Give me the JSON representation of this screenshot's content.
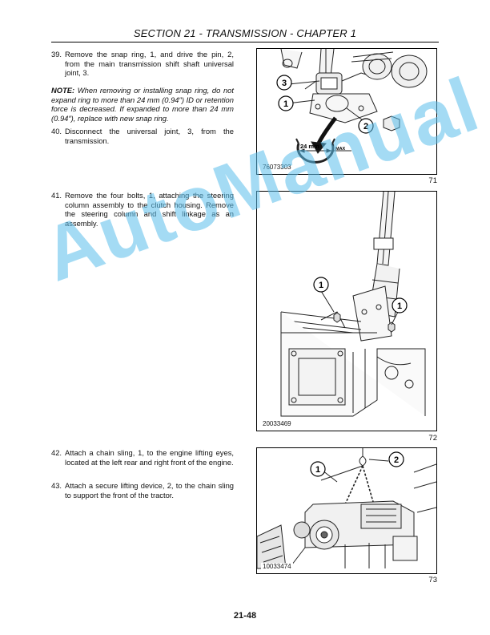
{
  "header": {
    "title": "SECTION 21 - TRANSMISSION - CHAPTER 1"
  },
  "steps": [
    {
      "num": "39.",
      "text": "Remove the snap ring, 1, and drive the pin, 2, from the main transmission shift shaft universal joint, 3."
    },
    {
      "num": "40.",
      "text": "Disconnect the universal joint, 3, from the transmission."
    },
    {
      "num": "41.",
      "text": "Remove the four bolts, 1, attaching the steering column assembly to the clutch housing. Remove the steering column and shift linkage as an assembly."
    },
    {
      "num": "42.",
      "text": "Attach a chain sling, 1, to the engine lifting eyes, located at the left rear and right front of the engine."
    },
    {
      "num": "43.",
      "text": "Attach a secure lifting device, 2, to the chain sling to support the front of the tractor."
    }
  ],
  "note": {
    "label": "NOTE:",
    "text": "When removing or installing snap ring, do not expand ring to more than 24 mm (0.94″) ID or retention force is decreased. If expanded to more than 24 mm (0.94″), replace with new snap ring."
  },
  "figures": [
    {
      "code": "76073303",
      "number": "71",
      "callouts": [
        "3",
        "1",
        "2"
      ],
      "dimension_label": "24 mm",
      "max_label": "MAX"
    },
    {
      "code": "20033469",
      "number": "72",
      "callouts": [
        "1",
        "1"
      ]
    },
    {
      "code": "10033474",
      "number": "73",
      "callouts": [
        "1",
        "2"
      ]
    }
  ],
  "watermark": "AutoManual",
  "footer": {
    "page_number": "21-48"
  }
}
